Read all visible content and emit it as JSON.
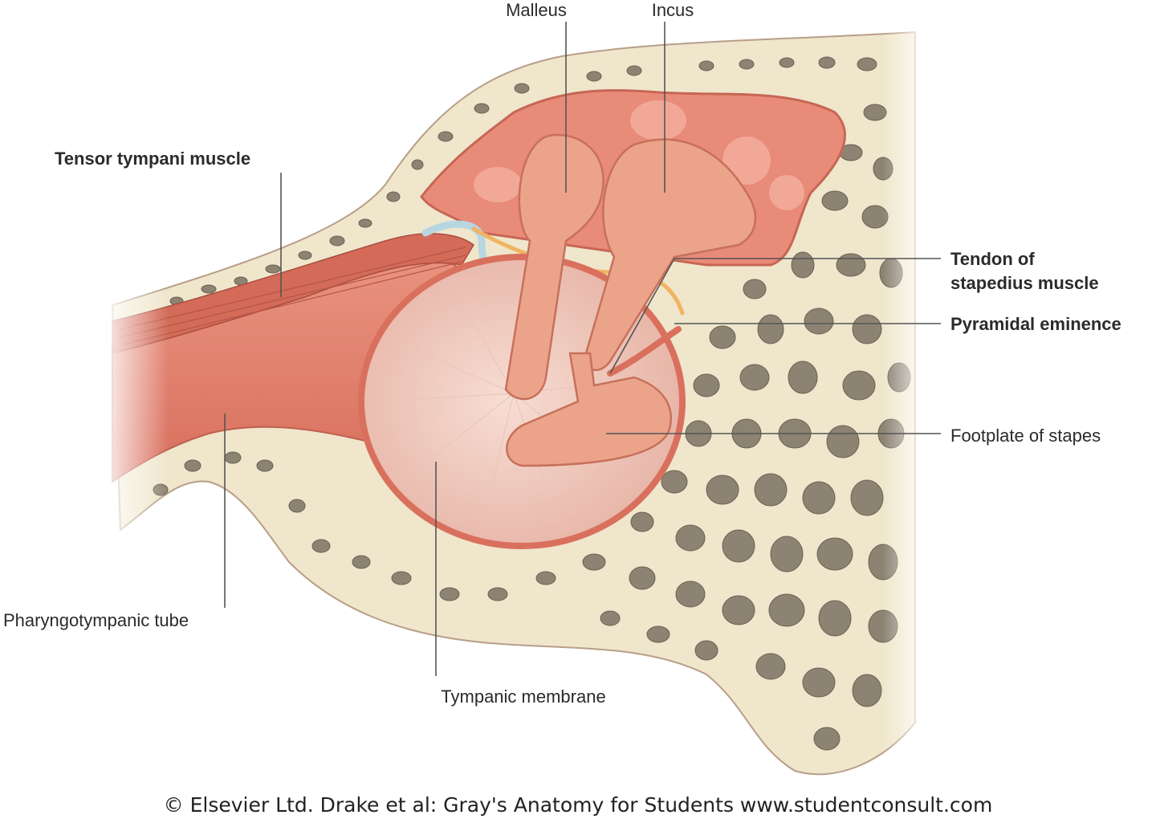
{
  "labels": {
    "malleus": "Malleus",
    "incus": "Incus",
    "tensor_tympani": "Tensor tympani muscle",
    "tendon_line1": "Tendon of",
    "tendon_line2": "stapedius muscle",
    "pyramidal": "Pyramidal eminence",
    "footplate": "Footplate of stapes",
    "pharyngotympanic": "Pharyngotympanic tube",
    "tympanic_membrane": "Tympanic membrane"
  },
  "credit": "© Elsevier Ltd. Drake et al: Gray's Anatomy for Students www.studentconsult.com",
  "colors": {
    "bone": "#efe6cc",
    "bone_pore": "#8d8373",
    "mucosa": "#e8806f",
    "cavity": "#f2a896",
    "membrane": "#f4d3c8",
    "ossicle": "#eba48a",
    "muscle": "#dd7a66",
    "nerve": "#b8d6e0",
    "tendon": "#f0b462"
  }
}
